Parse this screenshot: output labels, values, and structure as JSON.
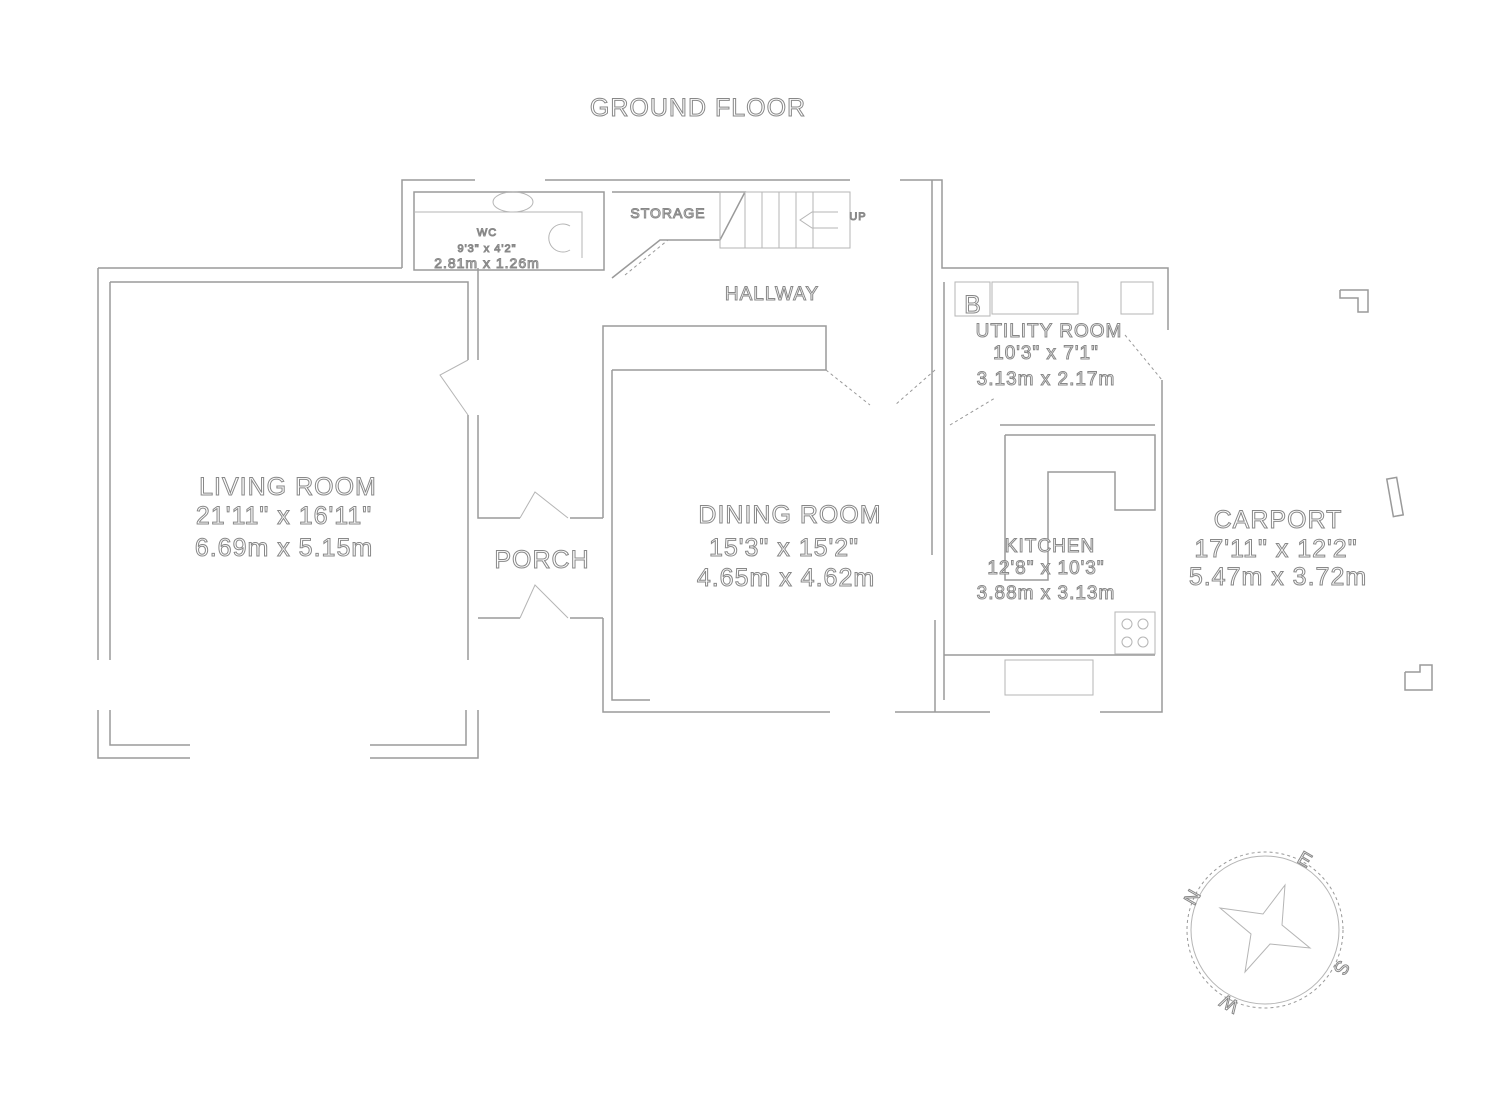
{
  "title": "GROUND FLOOR",
  "rooms": {
    "wc": {
      "name": "WC",
      "imperial": "9'3\"  x 4'2\"",
      "metric": "2.81m  x 1.26m"
    },
    "storage": {
      "name": "STORAGE"
    },
    "hallway": {
      "name": "HALLWAY"
    },
    "stairs": {
      "label": "UP"
    },
    "living": {
      "name": "LIVING ROOM",
      "imperial": "21'11\"  x 16'11\"",
      "metric": "6.69m  x 5.15m"
    },
    "porch": {
      "name": "PORCH"
    },
    "dining": {
      "name": "DINING ROOM",
      "imperial": "15'3\"  x 15'2\"",
      "metric": "4.65m  x 4.62m"
    },
    "utility": {
      "name": "UTILITY ROOM",
      "imperial": "10'3\"  x 7'1\"",
      "metric": "3.13m  x 2.17m",
      "boiler": "B"
    },
    "kitchen": {
      "name": "KITCHEN",
      "imperial": "12'8\"  x 10'3\"",
      "metric": "3.88m  x 3.13m"
    },
    "carport": {
      "name": "CARPORT",
      "imperial": "17'11\"  x 12'2\"",
      "metric": "5.47m  x 3.72m"
    }
  },
  "compass": {
    "n": "N",
    "e": "E",
    "s": "S",
    "w": "W"
  }
}
